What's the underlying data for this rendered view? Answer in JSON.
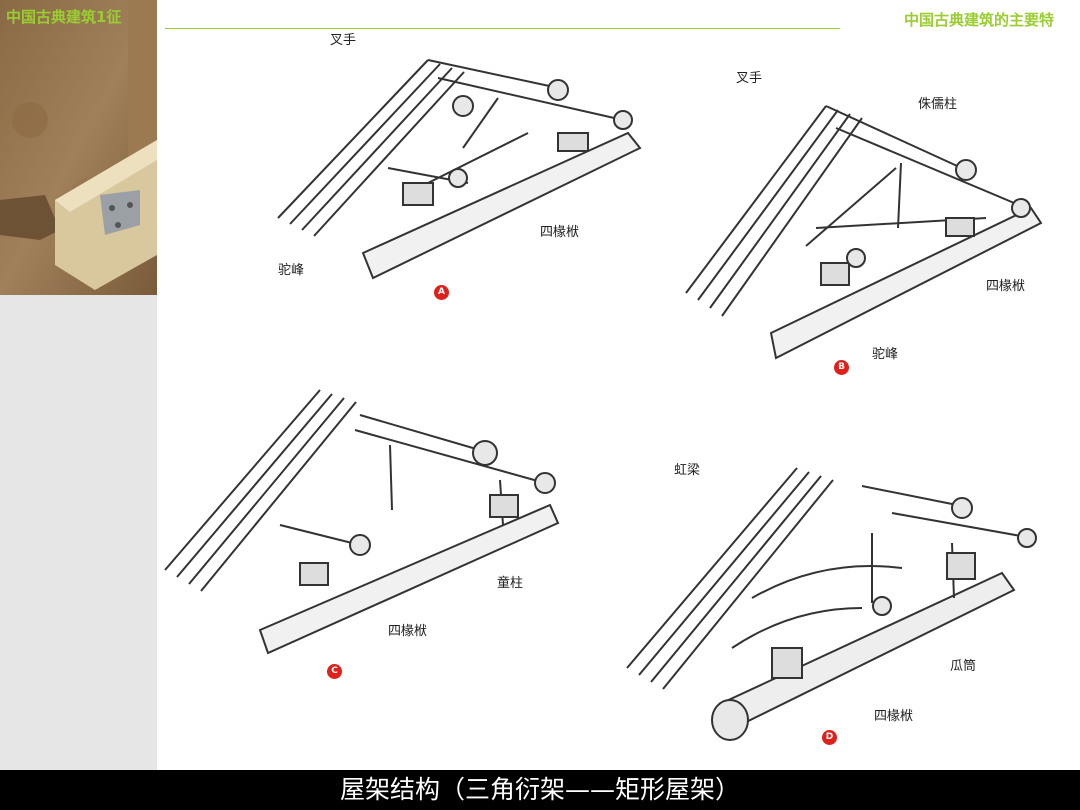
{
  "header": {
    "left_title": "中国古典建筑1征",
    "right_title": "中国古典建筑的主要特"
  },
  "diagrams": {
    "a": {
      "badge": "A",
      "labels": {
        "chashou": "叉手",
        "siyuanfu": "四椽栿",
        "tuofeng": "驼峰"
      }
    },
    "b": {
      "badge": "B",
      "labels": {
        "chashou": "叉手",
        "zhuruzhu": "侏儒柱",
        "siyuanfu": "四椽栿",
        "tuofeng": "驼峰"
      }
    },
    "c": {
      "badge": "C",
      "labels": {
        "tongzhu": "童柱",
        "siyuanfu": "四椽栿"
      }
    },
    "d": {
      "badge": "D",
      "labels": {
        "hongliang": "虹梁",
        "guatong": "瓜筒",
        "siyuanfu": "四椽栿"
      }
    }
  },
  "caption": "屋架结构（三角衍架——矩形屋架）",
  "colors": {
    "accent": "#9acd32",
    "badge": "#e0201b",
    "caption_bg": "#000000",
    "caption_text": "#ffffff",
    "sidebar": "#e6e6e6"
  }
}
